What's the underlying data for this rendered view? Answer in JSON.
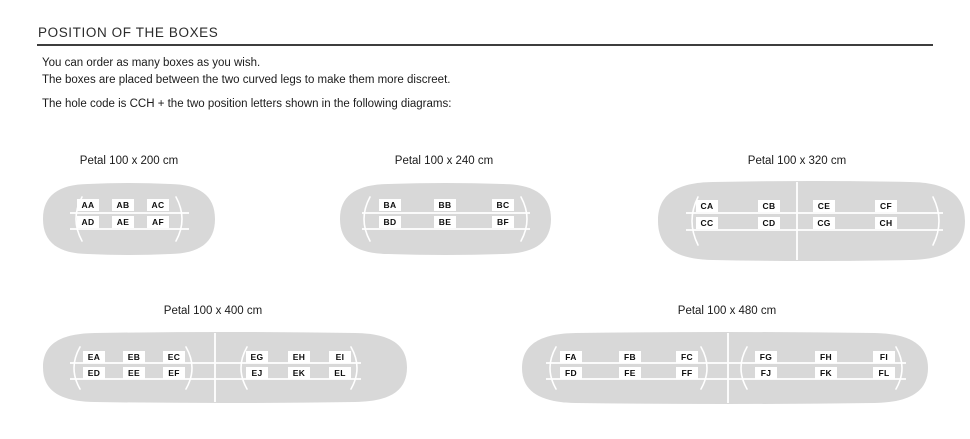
{
  "page": {
    "title": "POSITION OF THE BOXES",
    "intro_line1": "You can order as many boxes as you wish.",
    "intro_line2": "The boxes are placed between the two curved legs to make them more discreet.",
    "intro_line3": "The hole code is CCH + the two position letters shown in the following diagrams:"
  },
  "colors": {
    "table_fill": "#d8d8d8",
    "diagram_line": "#ffffff",
    "text": "#1d1d1d",
    "rule": "#3d3d3d"
  },
  "diagrams": [
    {
      "title": "Petal 100 x 200 cm",
      "rows": [
        [
          "AA",
          "AB",
          "AC"
        ],
        [
          "AD",
          "AE",
          "AF"
        ]
      ]
    },
    {
      "title": "Petal 100 x 240 cm",
      "rows": [
        [
          "BA",
          "BB",
          "BC"
        ],
        [
          "BD",
          "BE",
          "BF"
        ]
      ]
    },
    {
      "title": "Petal 100 x 320 cm",
      "rows": [
        [
          "CA",
          "CB",
          "CE",
          "CF"
        ],
        [
          "CC",
          "CD",
          "CG",
          "CH"
        ]
      ]
    },
    {
      "title": "Petal 100 x 400 cm",
      "rows": [
        [
          "EA",
          "EB",
          "EC",
          "EG",
          "EH",
          "EI"
        ],
        [
          "ED",
          "EE",
          "EF",
          "EJ",
          "EK",
          "EL"
        ]
      ]
    },
    {
      "title": "Petal 100 x 480 cm",
      "rows": [
        [
          "FA",
          "FB",
          "FC",
          "FG",
          "FH",
          "FI"
        ],
        [
          "FD",
          "FE",
          "FF",
          "FJ",
          "FK",
          "FL"
        ]
      ]
    }
  ]
}
